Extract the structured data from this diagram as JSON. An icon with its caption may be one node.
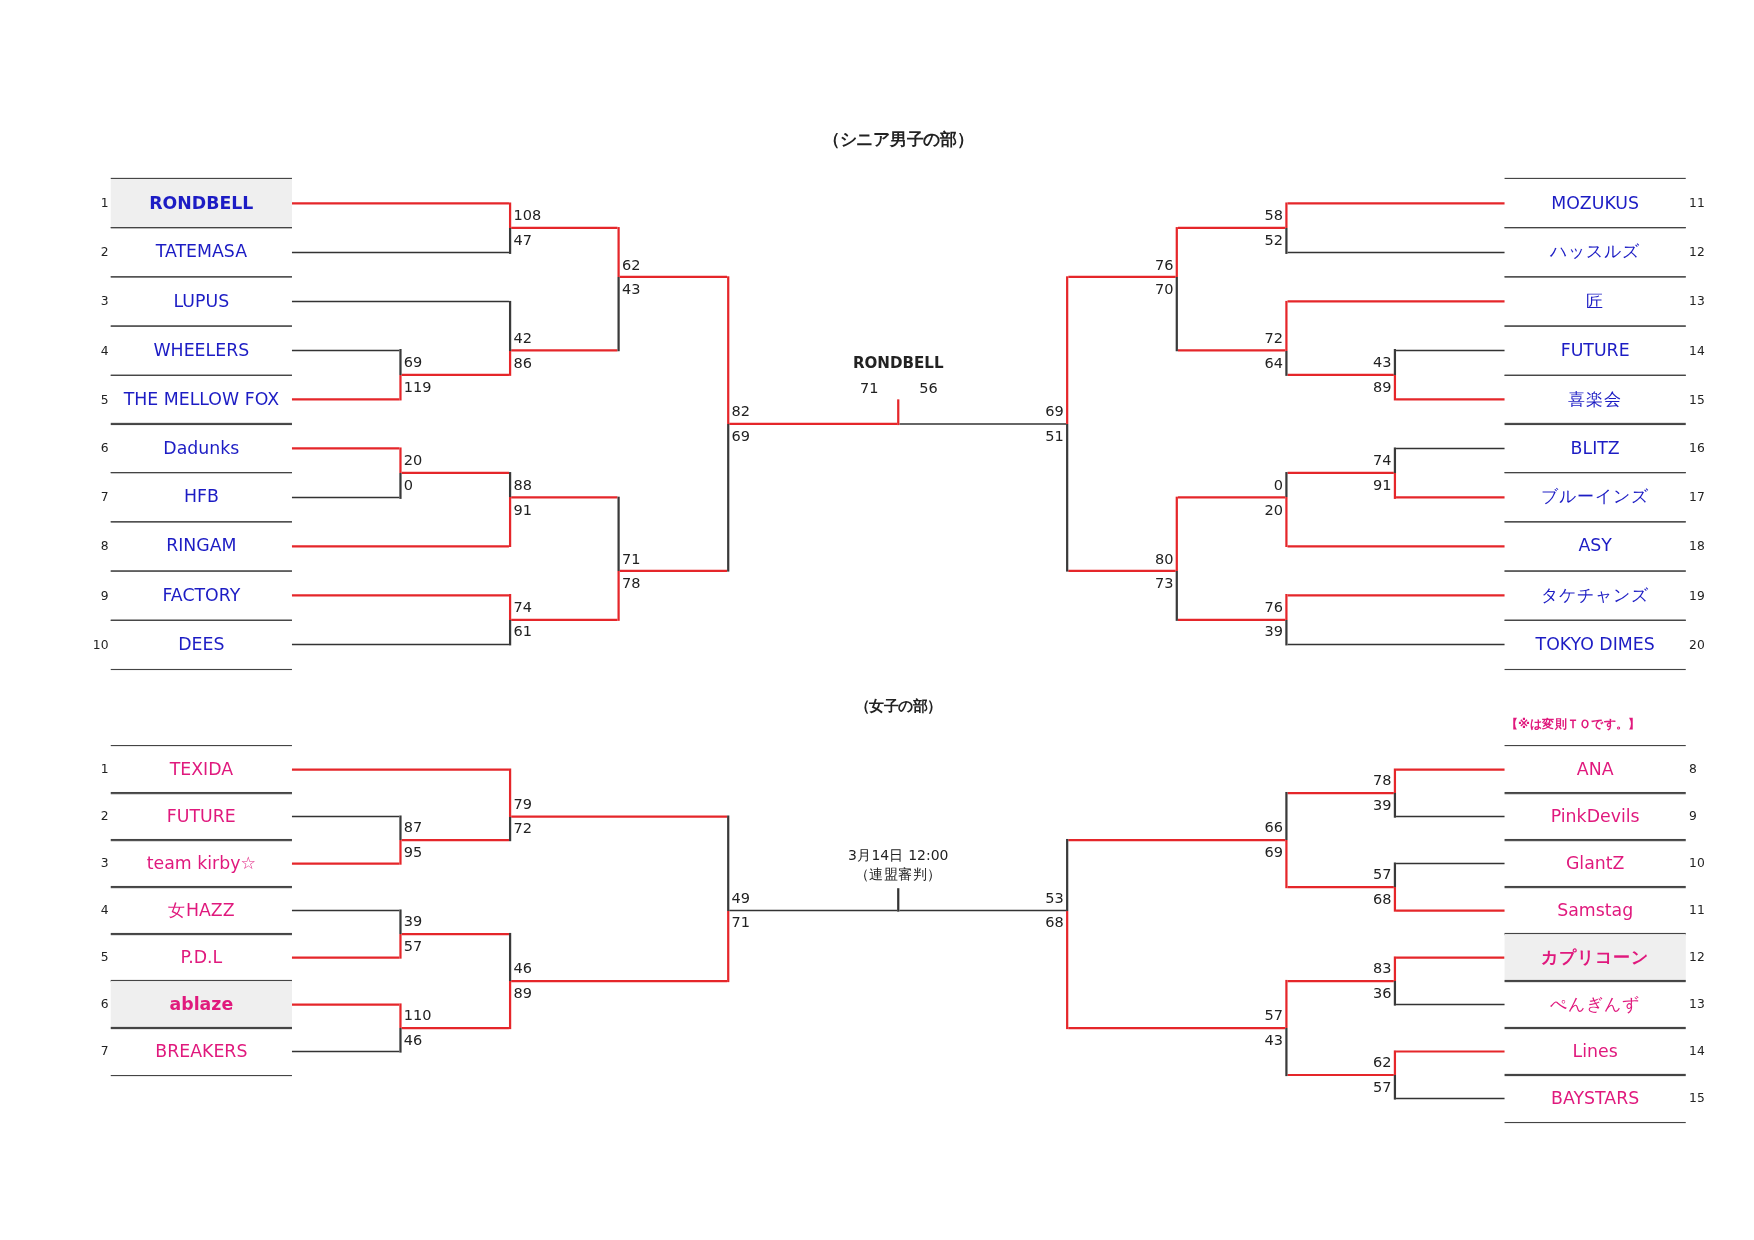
{
  "diagram": {
    "nodes": [
      {
        "text": [
          "RONDBELL"
        ],
        "beside": [
          "1"
        ]
      },
      {
        "text": [
          "TATEMASA"
        ],
        "beside": [
          "2"
        ]
      },
      {
        "text": [
          "LUPUS"
        ],
        "beside": [
          "3"
        ]
      },
      {
        "text": [
          "WHEELERS"
        ],
        "beside": [
          "4"
        ]
      },
      {
        "text": [
          "THE MELLOW FOX"
        ],
        "beside": [
          "5"
        ]
      },
      {
        "text": [
          "Dadunks"
        ],
        "beside": [
          "6"
        ]
      },
      {
        "text": [
          "HFB"
        ],
        "beside": [
          "7"
        ]
      },
      {
        "text": [
          "RINGAM"
        ],
        "beside": [
          "8"
        ]
      },
      {
        "text": [
          "FACTORY"
        ],
        "beside": [
          "9"
        ]
      },
      {
        "text": [
          "DEES"
        ],
        "beside": [
          "10"
        ]
      },
      {
        "text": [
          "MOZUKUS"
        ],
        "beside": [
          "11"
        ]
      },
      {
        "text": [
          "ハッスルズ"
        ],
        "beside": [
          "12"
        ]
      },
      {
        "text": [
          "匠"
        ],
        "beside": [
          "13"
        ]
      },
      {
        "text": [
          "FUTURE"
        ],
        "beside": [
          "14"
        ]
      },
      {
        "text": [
          "喜楽会"
        ],
        "beside": [
          "15"
        ]
      },
      {
        "text": [
          "BLITZ"
        ],
        "beside": [
          "16"
        ]
      },
      {
        "text": [
          "ブルーインズ"
        ],
        "beside": [
          "17"
        ]
      },
      {
        "text": [
          "ASY"
        ],
        "beside": [
          "18"
        ]
      },
      {
        "text": [
          "タケチャンズ"
        ],
        "beside": [
          "19"
        ]
      },
      {
        "text": [
          "TOKYO DIMES"
        ],
        "beside": [
          "20"
        ]
      },
      {
        "text": [],
        "shape": "bar",
        "beside": [
          "69",
          "119"
        ]
      },
      {
        "text": [],
        "shape": "bar",
        "beside": [
          "20",
          "0"
        ]
      },
      {
        "text": [],
        "shape": "bar",
        "beside": [
          "108",
          "47"
        ]
      },
      {
        "text": [],
        "shape": "bar",
        "beside": [
          "42",
          "86"
        ]
      },
      {
        "text": [],
        "shape": "bar",
        "beside": [
          "88",
          "91"
        ]
      },
      {
        "text": [],
        "shape": "bar",
        "beside": [
          "74",
          "61"
        ]
      },
      {
        "text": [],
        "shape": "bar",
        "beside": [
          "62",
          "43"
        ]
      },
      {
        "text": [],
        "shape": "bar",
        "beside": [
          "71",
          "78"
        ]
      },
      {
        "text": [],
        "shape": "bar",
        "beside": [
          "82",
          "69"
        ]
      },
      {
        "text": [],
        "shape": "bar",
        "beside": [
          "RONDBELL",
          "71",
          "56"
        ]
      },
      {
        "text": [],
        "shape": "bar",
        "beside": [
          "69",
          "51"
        ]
      },
      {
        "text": [],
        "shape": "bar",
        "beside": [
          "76",
          "70"
        ]
      },
      {
        "text": [],
        "shape": "bar",
        "beside": [
          "80",
          "73"
        ]
      },
      {
        "text": [],
        "shape": "bar",
        "beside": [
          "58",
          "52"
        ]
      },
      {
        "text": [],
        "shape": "bar",
        "beside": [
          "72",
          "64"
        ]
      },
      {
        "text": [],
        "shape": "bar",
        "beside": [
          "0",
          "20"
        ]
      },
      {
        "text": [],
        "shape": "bar",
        "beside": [
          "76",
          "39"
        ]
      },
      {
        "text": [],
        "shape": "bar",
        "beside": [
          "43",
          "89"
        ]
      },
      {
        "text": [],
        "shape": "bar",
        "beside": [
          "74",
          "91"
        ]
      },
      {
        "text": [
          "TEXIDA"
        ],
        "beside": [
          "1"
        ]
      },
      {
        "text": [
          "FUTURE"
        ],
        "beside": [
          "2"
        ]
      },
      {
        "text": [
          "team kirby☆"
        ],
        "beside": [
          "3"
        ]
      },
      {
        "text": [
          "女HAZZ"
        ],
        "beside": [
          "4"
        ]
      },
      {
        "text": [
          "P.D.L"
        ],
        "beside": [
          "5"
        ]
      },
      {
        "text": [
          "ablaze"
        ],
        "beside": [
          "6"
        ]
      },
      {
        "text": [
          "BREAKERS"
        ],
        "beside": [
          "7"
        ]
      },
      {
        "text": [
          "ANA"
        ],
        "beside": [
          "8"
        ]
      },
      {
        "text": [
          "PinkDevils"
        ],
        "beside": [
          "9"
        ]
      },
      {
        "text": [
          "GlantZ"
        ],
        "beside": [
          "10"
        ]
      },
      {
        "text": [
          "Samstag"
        ],
        "beside": [
          "11"
        ]
      },
      {
        "text": [
          "カプリコーン"
        ],
        "beside": [
          "12"
        ]
      },
      {
        "text": [
          "ぺんぎんず"
        ],
        "beside": [
          "13"
        ]
      },
      {
        "text": [
          "Lines"
        ],
        "beside": [
          "14"
        ]
      },
      {
        "text": [
          "BAYSTARS"
        ],
        "beside": [
          "15"
        ]
      },
      {
        "text": [],
        "shape": "bar",
        "beside": [
          "87",
          "95"
        ]
      },
      {
        "text": [],
        "shape": "bar",
        "beside": [
          "39",
          "57"
        ]
      },
      {
        "text": [],
        "shape": "bar",
        "beside": [
          "110",
          "46"
        ]
      },
      {
        "text": [],
        "shape": "bar",
        "beside": [
          "79",
          "72"
        ]
      },
      {
        "text": [],
        "shape": "bar",
        "beside": [
          "46",
          "89"
        ]
      },
      {
        "text": [],
        "shape": "bar",
        "beside": [
          "49",
          "71"
        ]
      },
      {
        "text": [],
        "shape": "bar",
        "beside": [
          "3月14日 12:00",
          "（連盟審判）"
        ]
      },
      {
        "text": [],
        "shape": "bar",
        "beside": [
          "53",
          "68"
        ]
      },
      {
        "text": [],
        "shape": "bar",
        "beside": [
          "66",
          "69"
        ]
      },
      {
        "text": [],
        "shape": "bar",
        "beside": [
          "57",
          "43"
        ]
      },
      {
        "text": [],
        "shape": "bar",
        "beside": [
          "78",
          "39"
        ]
      },
      {
        "text": [],
        "shape": "bar",
        "beside": [
          "57",
          "68"
        ]
      },
      {
        "text": [],
        "shape": "bar",
        "beside": [
          "83",
          "36"
        ]
      },
      {
        "text": [],
        "shape": "bar",
        "beside": [
          "62",
          "57"
        ]
      }
    ],
    "edges": [
      {
        "from": 0,
        "to": 22,
        "arrow": "none"
      },
      {
        "from": 1,
        "to": 22,
        "arrow": "none",
        "color": "#333333"
      },
      {
        "from": 2,
        "to": 23,
        "arrow": "none",
        "color": "#333333"
      },
      {
        "from": 3,
        "to": 20,
        "arrow": "none",
        "color": "#333333"
      },
      {
        "from": 4,
        "to": 20,
        "arrow": "none"
      },
      {
        "from": 5,
        "to": 21,
        "arrow": "none"
      },
      {
        "from": 6,
        "to": 21,
        "arrow": "none",
        "color": "#333333"
      },
      {
        "from": 7,
        "to": 24,
        "arrow": "none"
      },
      {
        "from": 8,
        "to": 25,
        "arrow": "none"
      },
      {
        "from": 9,
        "to": 25,
        "arrow": "none",
        "color": "#333333"
      },
      {
        "from": 10,
        "to": 33,
        "arrow": "none"
      },
      {
        "from": 11,
        "to": 33,
        "arrow": "none",
        "color": "#333333"
      },
      {
        "from": 12,
        "to": 34,
        "arrow": "none"
      },
      {
        "from": 13,
        "to": 37,
        "arrow": "none",
        "color": "#333333"
      },
      {
        "from": 14,
        "to": 37,
        "arrow": "none"
      },
      {
        "from": 15,
        "to": 38,
        "arrow": "none",
        "color": "#333333"
      },
      {
        "from": 16,
        "to": 38,
        "arrow": "none"
      },
      {
        "from": 17,
        "to": 35,
        "arrow": "none"
      },
      {
        "from": 18,
        "to": 36,
        "arrow": "none"
      },
      {
        "from": 19,
        "to": 36,
        "arrow": "none",
        "color": "#333333"
      },
      {
        "from": 20,
        "to": 23,
        "arrow": "none"
      },
      {
        "from": 21,
        "to": 24,
        "arrow": "none"
      },
      {
        "from": 22,
        "to": 26,
        "arrow": "none"
      },
      {
        "from": 23,
        "to": 26,
        "arrow": "none"
      },
      {
        "from": 24,
        "to": 27,
        "arrow": "none"
      },
      {
        "from": 25,
        "to": 27,
        "arrow": "none"
      },
      {
        "from": 26,
        "to": 28,
        "arrow": "none"
      },
      {
        "from": 27,
        "to": 28,
        "arrow": "none"
      },
      {
        "from": 28,
        "to": 29,
        "arrow": "none"
      },
      {
        "from": 30,
        "to": 29,
        "arrow": "none",
        "color": "#333333"
      },
      {
        "from": 31,
        "to": 30,
        "arrow": "none"
      },
      {
        "from": 32,
        "to": 30,
        "arrow": "none"
      },
      {
        "from": 33,
        "to": 31,
        "arrow": "none"
      },
      {
        "from": 34,
        "to": 31,
        "arrow": "none"
      },
      {
        "from": 35,
        "to": 32,
        "arrow": "none"
      },
      {
        "from": 36,
        "to": 32,
        "arrow": "none"
      },
      {
        "from": 37,
        "to": 34,
        "arrow": "none"
      },
      {
        "from": 38,
        "to": 35,
        "arrow": "none"
      },
      {
        "from": 39,
        "to": 57,
        "arrow": "none"
      },
      {
        "from": 40,
        "to": 54,
        "arrow": "none",
        "color": "#333333"
      },
      {
        "from": 41,
        "to": 54,
        "arrow": "none"
      },
      {
        "from": 42,
        "to": 55,
        "arrow": "none",
        "color": "#333333"
      },
      {
        "from": 43,
        "to": 55,
        "arrow": "none"
      },
      {
        "from": 44,
        "to": 56,
        "arrow": "none"
      },
      {
        "from": 45,
        "to": 56,
        "arrow": "none",
        "color": "#333333"
      },
      {
        "from": 46,
        "to": 64,
        "arrow": "none"
      },
      {
        "from": 47,
        "to": 64,
        "arrow": "none",
        "color": "#333333"
      },
      {
        "from": 48,
        "to": 65,
        "arrow": "none",
        "color": "#333333"
      },
      {
        "from": 49,
        "to": 65,
        "arrow": "none"
      },
      {
        "from": 50,
        "to": 66,
        "arrow": "none"
      },
      {
        "from": 51,
        "to": 66,
        "arrow": "none",
        "color": "#333333"
      },
      {
        "from": 52,
        "to": 67,
        "arrow": "none"
      },
      {
        "from": 53,
        "to": 67,
        "arrow": "none",
        "color": "#333333"
      },
      {
        "from": 54,
        "to": 57,
        "arrow": "none"
      },
      {
        "from": 55,
        "to": 58,
        "arrow": "none"
      },
      {
        "from": 56,
        "to": 58,
        "arrow": "none"
      },
      {
        "from": 57,
        "to": 59,
        "arrow": "none"
      },
      {
        "from": 58,
        "to": 59,
        "arrow": "none"
      },
      {
        "from": 59,
        "to": 60,
        "arrow": "none",
        "color": "#333333"
      },
      {
        "from": 61,
        "to": 60,
        "arrow": "none",
        "color": "#333333"
      },
      {
        "from": 62,
        "to": 61,
        "arrow": "none"
      },
      {
        "from": 63,
        "to": 61,
        "arrow": "none"
      },
      {
        "from": 64,
        "to": 62,
        "arrow": "none"
      },
      {
        "from": 65,
        "to": 62,
        "arrow": "none"
      },
      {
        "from": 66,
        "to": 63,
        "arrow": "none"
      },
      {
        "from": 67,
        "to": 63,
        "arrow": "none"
      }
    ],
    "labels": [
      "（シニア男子の部）",
      "（女子の部）",
      "【※は変則ＴＯです。】"
    ]
  }
}
